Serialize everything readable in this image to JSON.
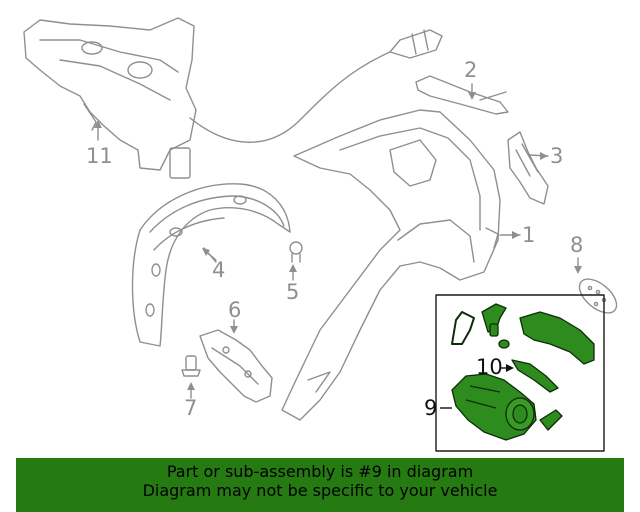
{
  "callouts": {
    "c1": "1",
    "c2": "2",
    "c3": "3",
    "c4": "4",
    "c5": "5",
    "c6": "6",
    "c7": "7",
    "c8": "8",
    "c9": "9",
    "c10": "10",
    "c11": "11"
  },
  "banner": {
    "line1": "Part or sub-assembly is #9 in diagram",
    "line2": "Diagram may not be specific to your vehicle"
  },
  "colors": {
    "line": "#8f8f8f",
    "highlight": "#2e8b1e",
    "highlight_outline": "#0b2e06",
    "banner": "#257a12"
  }
}
